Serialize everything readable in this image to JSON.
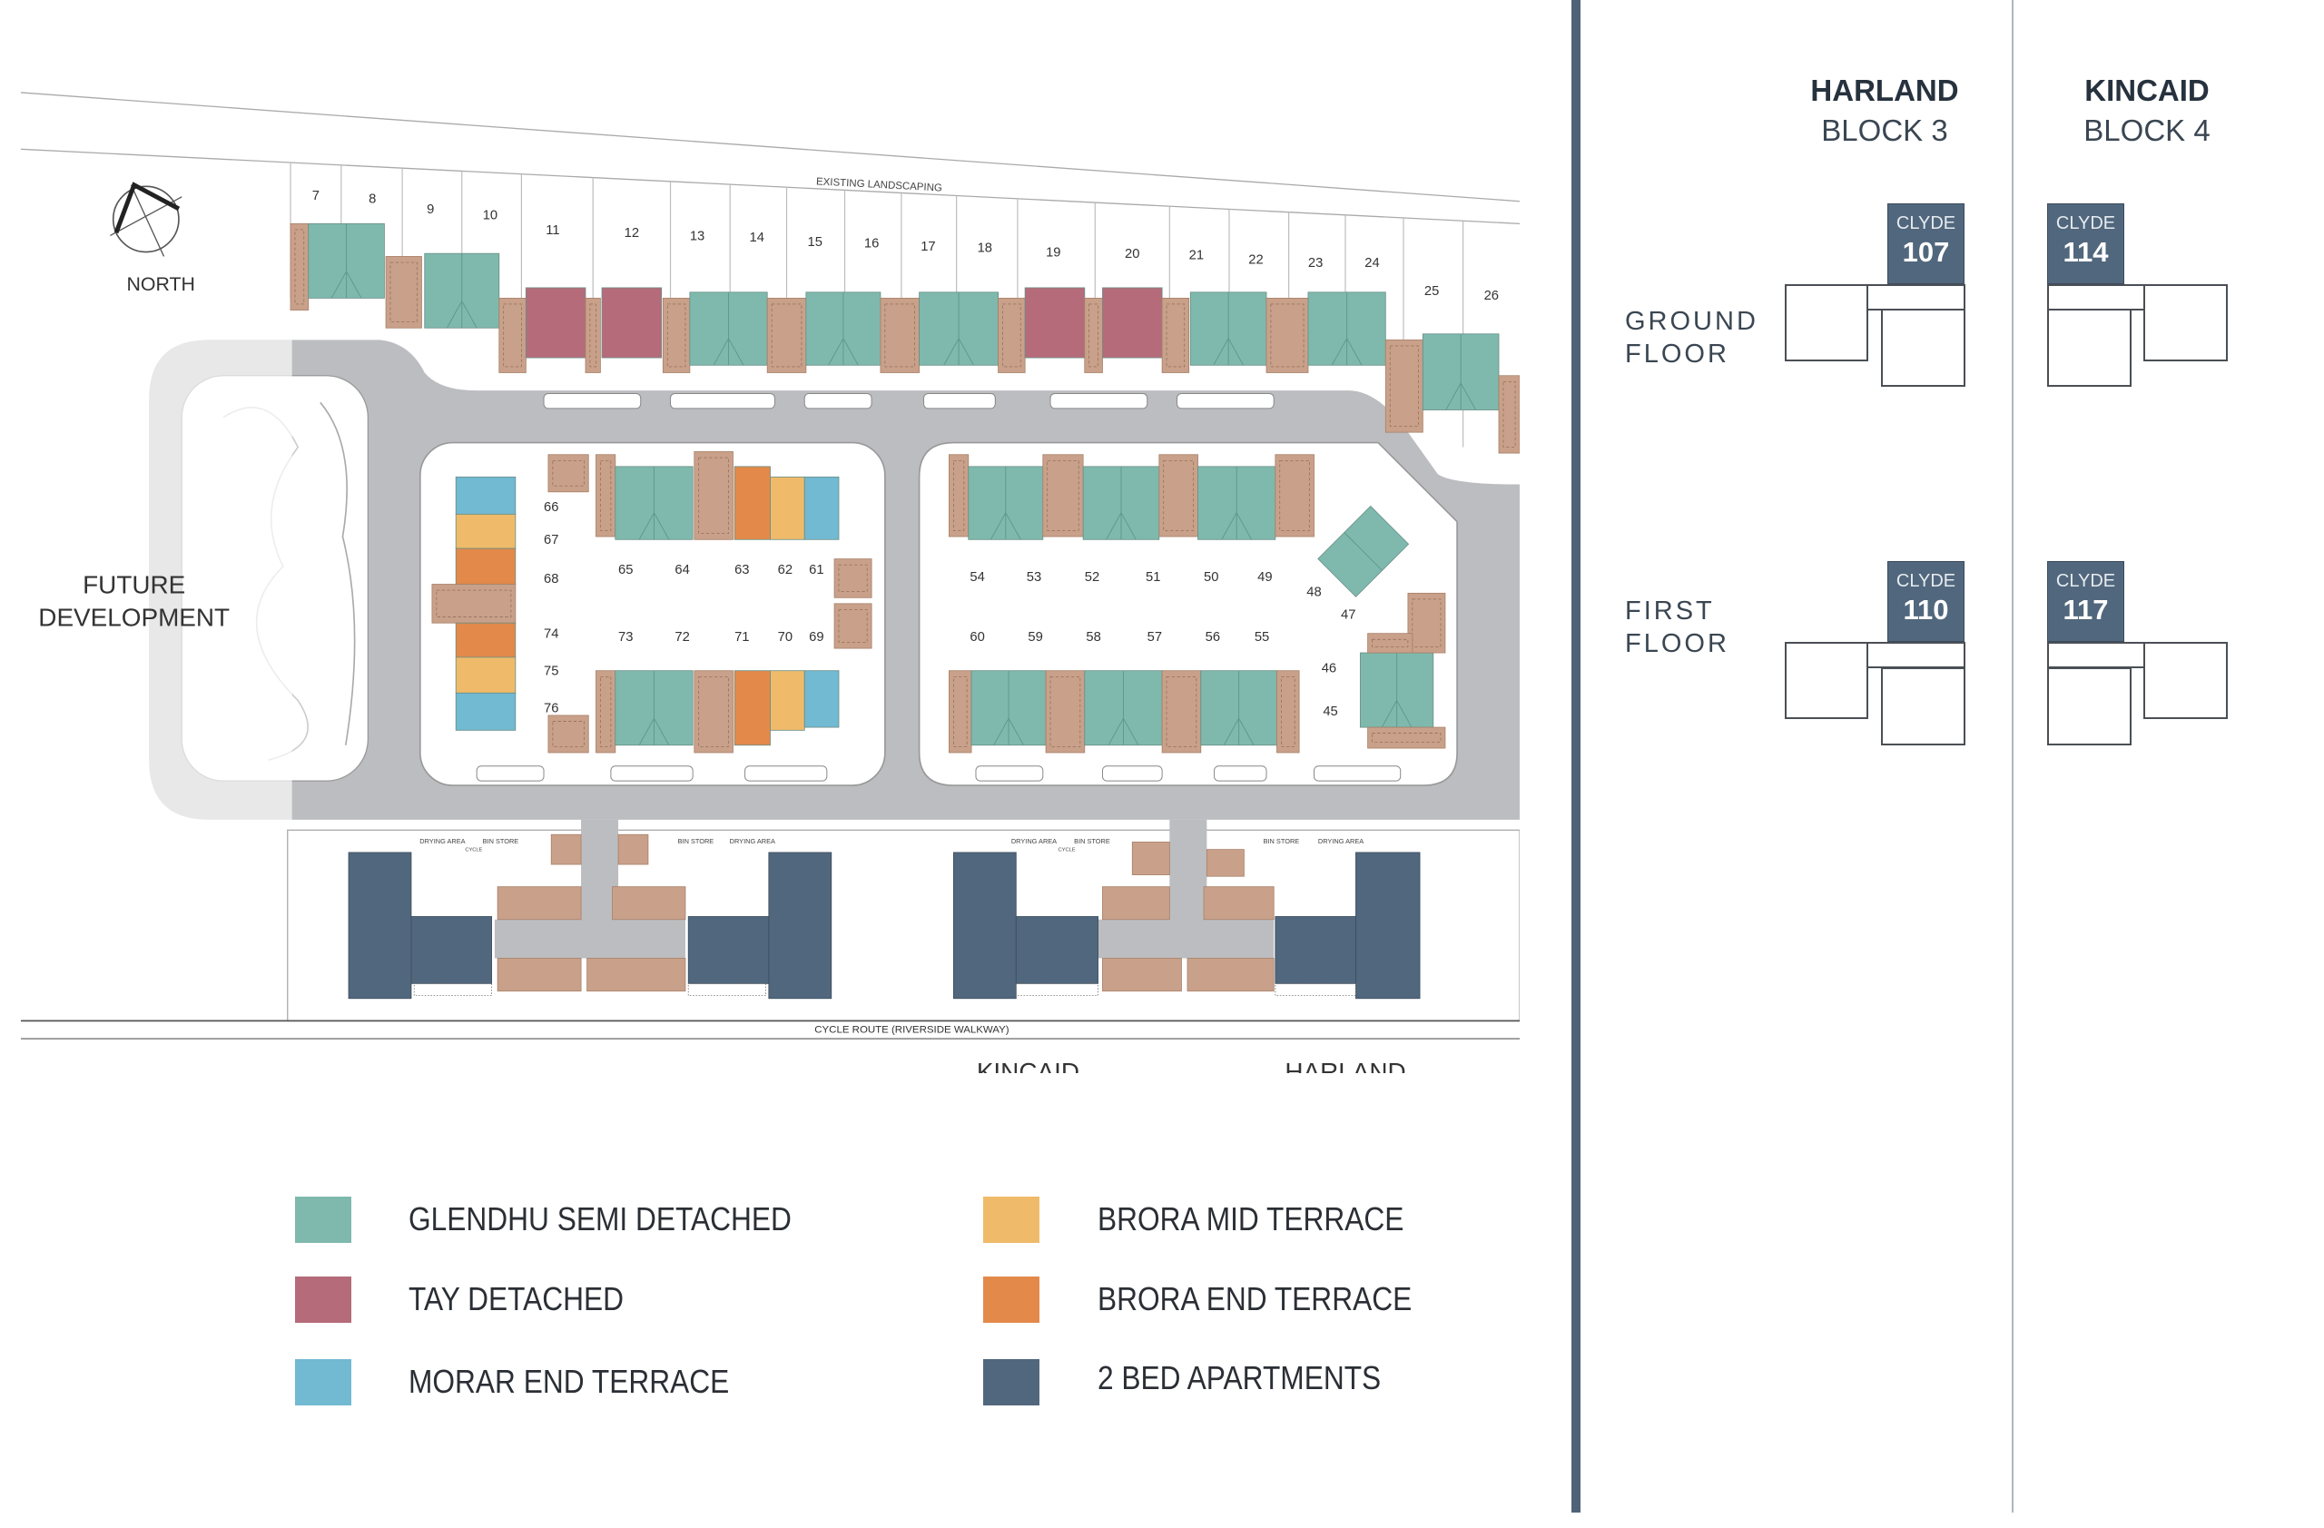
{
  "map": {
    "compass_label": "NORTH",
    "future_development": [
      "FUTURE",
      "DEVELOPMENT"
    ],
    "existing_landscaping": "EXISTING LANDSCAPING",
    "cycle_route": "CYCLE ROUTE (RIVERSIDE WALKWAY)",
    "block_labels": {
      "kincaid": "KINCAID",
      "harland": "HARLAND"
    },
    "north_plots": [
      "7",
      "8",
      "9",
      "10",
      "11",
      "12",
      "13",
      "14",
      "15",
      "16",
      "17",
      "18",
      "19",
      "20",
      "21",
      "22",
      "23",
      "24",
      "25",
      "26"
    ],
    "inner_plots": [
      "66",
      "67",
      "68",
      "74",
      "75",
      "76",
      "65",
      "64",
      "63",
      "62",
      "61",
      "73",
      "72",
      "71",
      "70",
      "69",
      "54",
      "53",
      "52",
      "51",
      "50",
      "49",
      "60",
      "59",
      "58",
      "57",
      "56",
      "55",
      "48",
      "47",
      "46",
      "45"
    ],
    "facility_labels": {
      "drying_area": "DRYING AREA",
      "bin_store": "BIN STORE",
      "cycle": "CYCLE"
    }
  },
  "legend": [
    {
      "label": "GLENDHU SEMI DETACHED",
      "color": "#7fb9ad"
    },
    {
      "label": "TAY DETACHED",
      "color": "#b56b7a"
    },
    {
      "label": "MORAR END TERRACE",
      "color": "#72b9d2"
    },
    {
      "label": "BRORA MID TERRACE",
      "color": "#efbb6a"
    },
    {
      "label": "BRORA END TERRACE",
      "color": "#e3894a"
    },
    {
      "label": "2 BED APARTMENTS",
      "color": "#51677d"
    }
  ],
  "colors": {
    "garage": "#c9a18a",
    "road": "#bcbdc0",
    "divider": "#4f6378"
  },
  "panel": {
    "blocks": [
      {
        "name": "HARLAND",
        "block": "BLOCK 3",
        "ground": {
          "type": "CLYDE",
          "unit": "107"
        },
        "first": {
          "type": "CLYDE",
          "unit": "110"
        }
      },
      {
        "name": "KINCAID",
        "block": "BLOCK 4",
        "ground": {
          "type": "CLYDE",
          "unit": "114"
        },
        "first": {
          "type": "CLYDE",
          "unit": "117"
        }
      }
    ],
    "ground_floor": [
      "GROUND",
      "FLOOR"
    ],
    "first_floor": [
      "FIRST",
      "FLOOR"
    ]
  }
}
